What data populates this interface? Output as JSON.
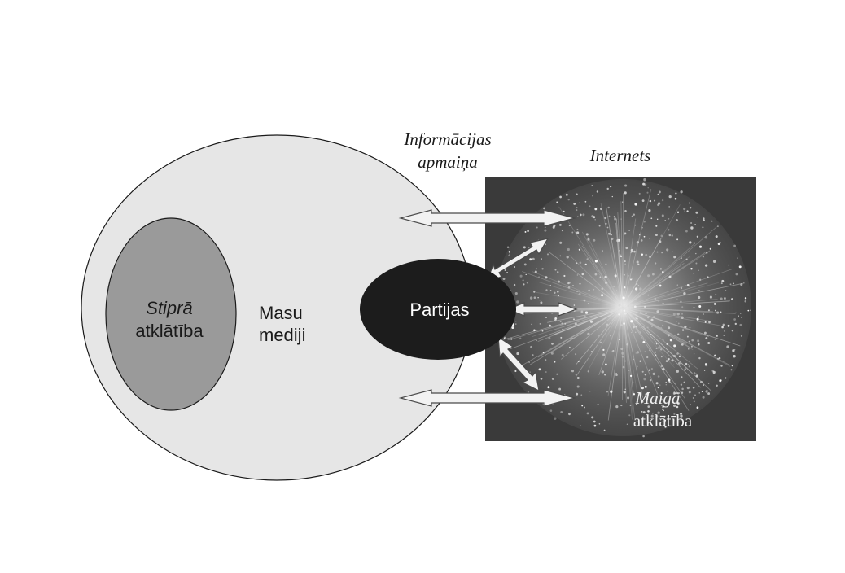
{
  "labels": {
    "info_exchange_line1": "Informācijas",
    "info_exchange_line2": "apmaiņa",
    "internet": "Internets",
    "strong_line1": "Stiprā",
    "strong_line2": "atklātība",
    "mass_media_line1": "Masu",
    "mass_media_line2": "mediji",
    "parties": "Partijas",
    "soft_line1": "Maigā",
    "soft_line2": "atklātība"
  },
  "colors": {
    "background": "#ffffff",
    "mass_media_fill": "#e6e6e6",
    "strong_fill": "#9a9a9a",
    "parties_fill": "#1c1c1c",
    "internet_fill": "#3a3a3a",
    "arrow_fill": "#f2f2f2",
    "outline": "#1a1a1a"
  }
}
